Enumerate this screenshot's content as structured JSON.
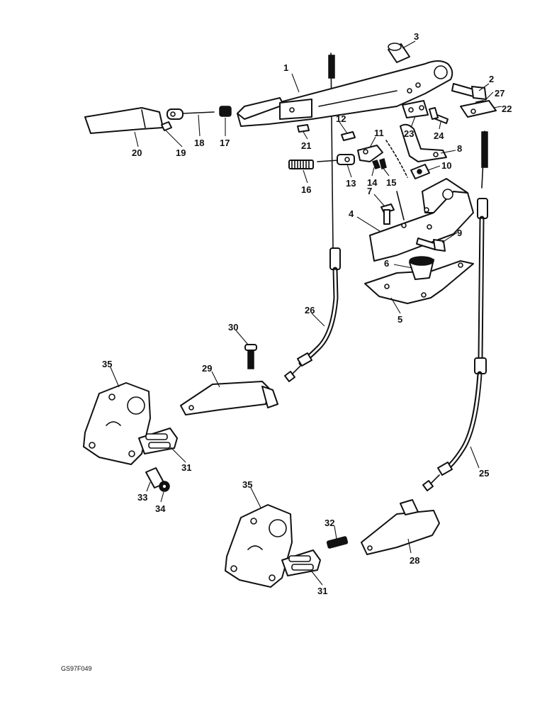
{
  "drawing_code": "GS97F049",
  "callouts": [
    "1",
    "2",
    "3",
    "4",
    "5",
    "6",
    "7",
    "8",
    "9",
    "10",
    "11",
    "12",
    "13",
    "14",
    "15",
    "16",
    "17",
    "18",
    "19",
    "20",
    "21",
    "22",
    "23",
    "24",
    "25",
    "26",
    "27",
    "28",
    "29",
    "30",
    "31",
    "31",
    "32",
    "33",
    "34",
    "35",
    "35"
  ],
  "colors": {
    "ink": "#111111",
    "paper": "#ffffff"
  }
}
